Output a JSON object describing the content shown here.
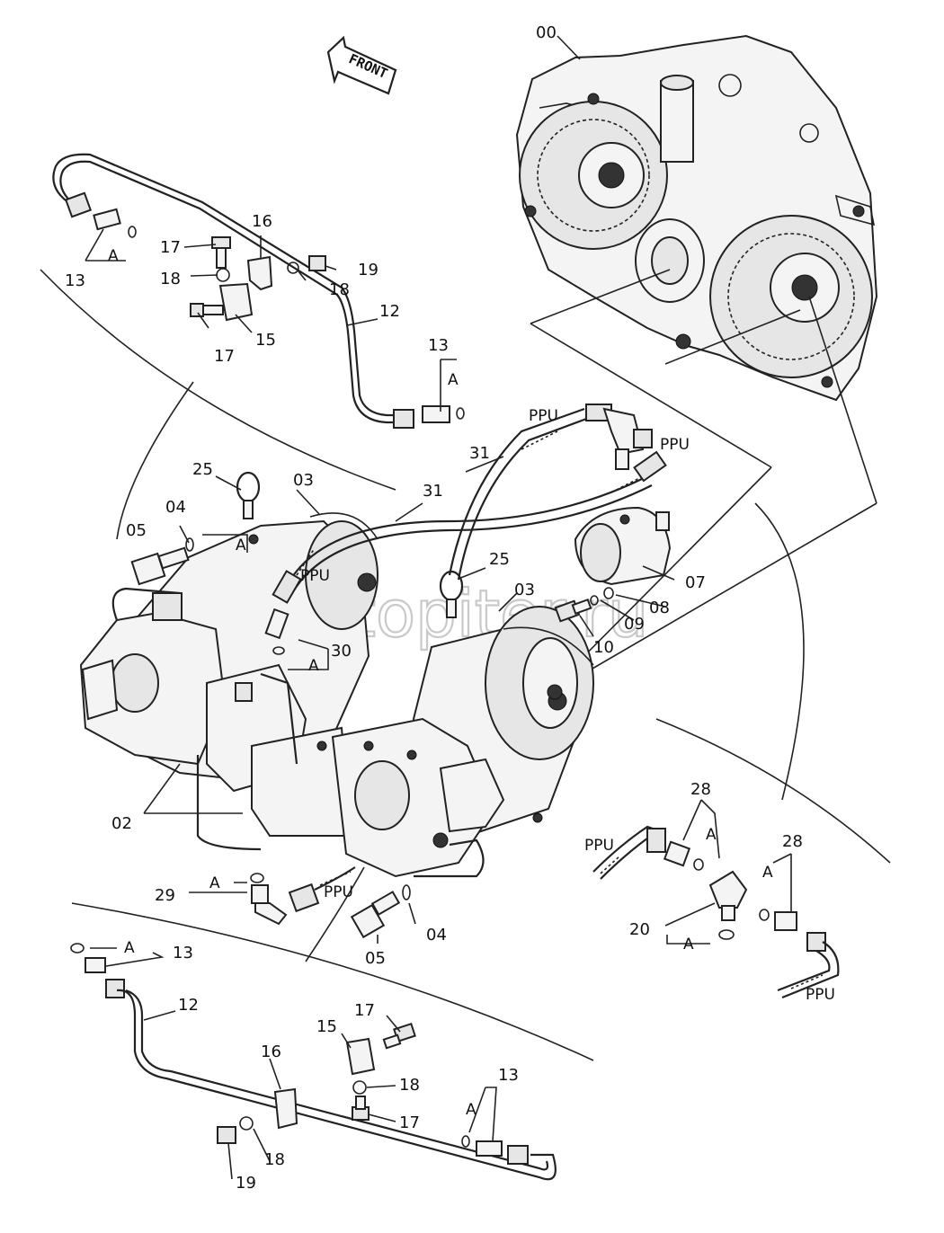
{
  "front_marker": "FRONT",
  "watermark": "autopiter.ru",
  "labels": {
    "p00": "00",
    "p02": "02",
    "p03a": "03",
    "p03b": "03",
    "p04a": "04",
    "p04b": "04",
    "p05a": "05",
    "p05b": "05",
    "p07": "07",
    "p08": "08",
    "p09": "09",
    "p10": "10",
    "p12a": "12",
    "p12b": "12",
    "p13a": "13",
    "p13b": "13",
    "p13c": "13",
    "p13d": "13",
    "p15a": "15",
    "p15b": "15",
    "p16a": "16",
    "p16b": "16",
    "p17a": "17",
    "p17b": "17",
    "p17c": "17",
    "p17d": "17",
    "p18a": "18",
    "p18b": "18",
    "p18c": "18",
    "p18d": "18",
    "p19a": "19",
    "p19b": "19",
    "p20": "20",
    "p25a": "25",
    "p25b": "25",
    "p28a": "28",
    "p28b": "28",
    "p29": "29",
    "p30": "30",
    "p31a": "31",
    "p31b": "31",
    "a1": "A",
    "a2": "A",
    "a3": "A",
    "a4": "A",
    "a5": "A",
    "a6": "A",
    "a7": "A",
    "a8": "A",
    "a9": "A",
    "a10": "A",
    "ppu1": "PPU",
    "ppu2": "PPU",
    "ppu3": "PPU",
    "ppu4": "PPU",
    "ppu5": "PPU",
    "ppu6": "PPU"
  }
}
